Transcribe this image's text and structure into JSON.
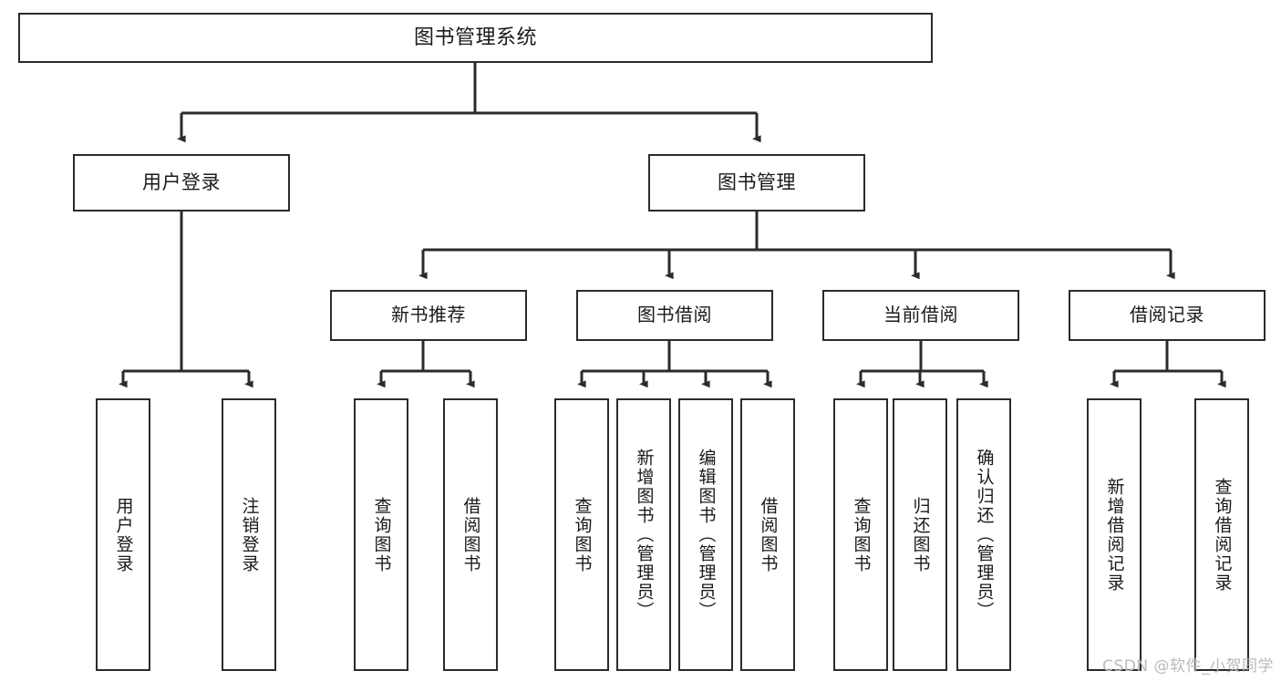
{
  "diagram": {
    "title": "图书管理系统",
    "type": "tree-hierarchy",
    "orientation": "top-down",
    "style": {
      "box_stroke": "#2b2b2b",
      "box_fill": "#ffffff",
      "connector_stroke": "#2b2b2b",
      "text_color": "#1a1a1a",
      "background": "#ffffff"
    },
    "nodes": {
      "root": {
        "label": "图书管理系统"
      },
      "user_login": {
        "label": "用户登录"
      },
      "book_manage": {
        "label": "图书管理"
      },
      "new_book_rec": {
        "label": "新书推荐"
      },
      "book_borrow": {
        "label": "图书借阅"
      },
      "current_borrow": {
        "label": "当前借阅"
      },
      "borrow_record": {
        "label": "借阅记录"
      },
      "leaf_user_login": {
        "label": "用户登录"
      },
      "leaf_user_logout": {
        "label": "注销登录"
      },
      "leaf_query_book_1": {
        "label": "查询图书"
      },
      "leaf_borrow_book_1": {
        "label": "借阅图书"
      },
      "leaf_query_book_2": {
        "label": "查询图书"
      },
      "leaf_add_book": {
        "label": "新增图书（管理员）"
      },
      "leaf_edit_book": {
        "label": "编辑图书（管理员）"
      },
      "leaf_borrow_book_2": {
        "label": "借阅图书"
      },
      "leaf_query_book_3": {
        "label": "查询图书"
      },
      "leaf_return_book": {
        "label": "归还图书"
      },
      "leaf_confirm_return": {
        "label": "确认归还（管理员）"
      },
      "leaf_add_record": {
        "label": "新增借阅记录"
      },
      "leaf_query_record": {
        "label": "查询借阅记录"
      }
    },
    "edges": [
      {
        "from": "root",
        "to": "user_login"
      },
      {
        "from": "root",
        "to": "book_manage"
      },
      {
        "from": "user_login",
        "to": "leaf_user_login"
      },
      {
        "from": "user_login",
        "to": "leaf_user_logout"
      },
      {
        "from": "book_manage",
        "to": "new_book_rec"
      },
      {
        "from": "book_manage",
        "to": "book_borrow"
      },
      {
        "from": "book_manage",
        "to": "current_borrow"
      },
      {
        "from": "book_manage",
        "to": "borrow_record"
      },
      {
        "from": "new_book_rec",
        "to": "leaf_query_book_1"
      },
      {
        "from": "new_book_rec",
        "to": "leaf_borrow_book_1"
      },
      {
        "from": "book_borrow",
        "to": "leaf_query_book_2"
      },
      {
        "from": "book_borrow",
        "to": "leaf_add_book"
      },
      {
        "from": "book_borrow",
        "to": "leaf_edit_book"
      },
      {
        "from": "book_borrow",
        "to": "leaf_borrow_book_2"
      },
      {
        "from": "current_borrow",
        "to": "leaf_query_book_3"
      },
      {
        "from": "current_borrow",
        "to": "leaf_return_book"
      },
      {
        "from": "current_borrow",
        "to": "leaf_confirm_return"
      },
      {
        "from": "borrow_record",
        "to": "leaf_add_record"
      },
      {
        "from": "borrow_record",
        "to": "leaf_query_record"
      }
    ]
  },
  "watermark": {
    "text": "CSDN @软件_小贺同学"
  }
}
